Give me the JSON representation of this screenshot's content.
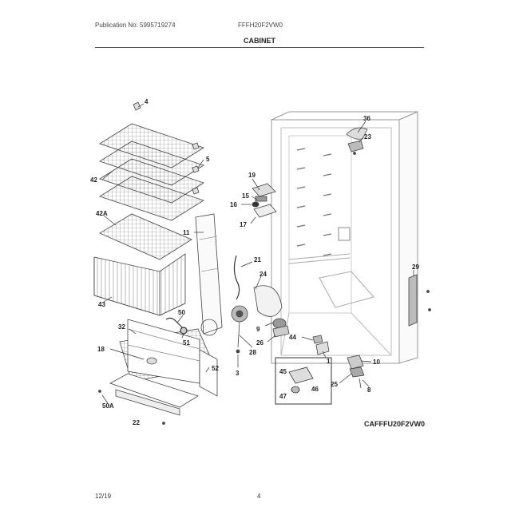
{
  "header": {
    "publication": "Publication No: 5995719274",
    "model": "FFFH20F2VW0",
    "section_title": "CABINET"
  },
  "diagram": {
    "diagram_code": "CAFFFU20F2VW0",
    "callouts": [
      "4",
      "5",
      "42",
      "42A",
      "43",
      "11",
      "50",
      "51",
      "32",
      "18",
      "52",
      "50A",
      "22",
      "19",
      "15",
      "16",
      "17",
      "21",
      "24",
      "9",
      "26",
      "28",
      "44",
      "1",
      "45",
      "46",
      "47",
      "36",
      "23",
      "29",
      "10",
      "25",
      "8",
      "3"
    ]
  },
  "footer": {
    "date": "12/19",
    "page_number": "4"
  }
}
